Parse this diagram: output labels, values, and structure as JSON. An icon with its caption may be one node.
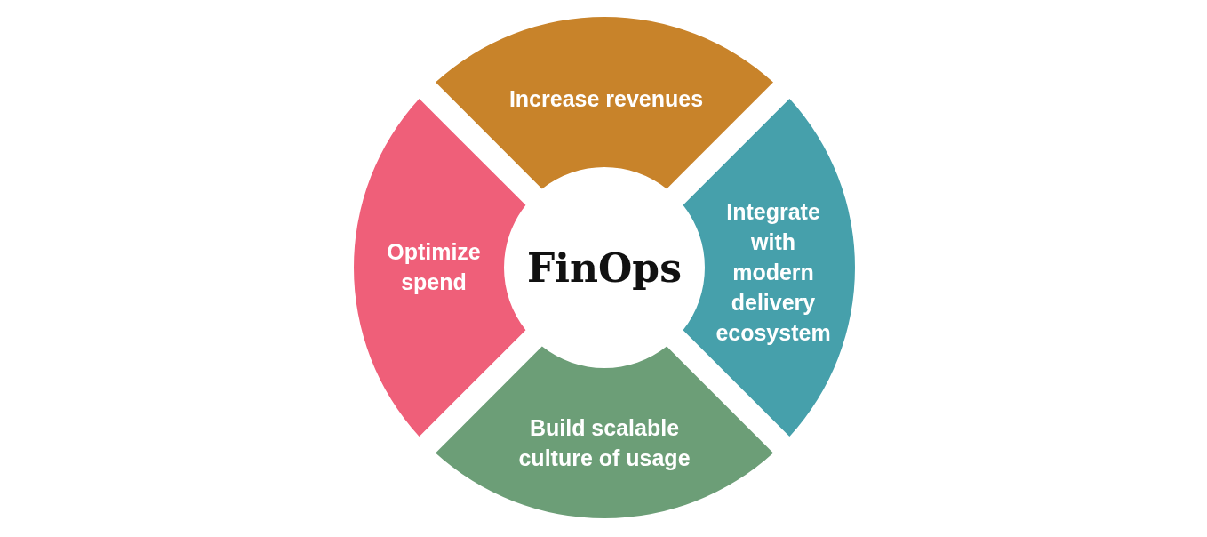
{
  "diagram": {
    "nodes": [
      {
        "text": [
          "FinOps"
        ]
      },
      {
        "text": [
          "Increase revenues"
        ]
      },
      {
        "text": [
          "Optimize spend"
        ]
      },
      {
        "text": [
          "Integrate with modern delivery ecosystem"
        ]
      },
      {
        "text": [
          "Build scalable culture of usage"
        ]
      }
    ],
    "edges": []
  }
}
